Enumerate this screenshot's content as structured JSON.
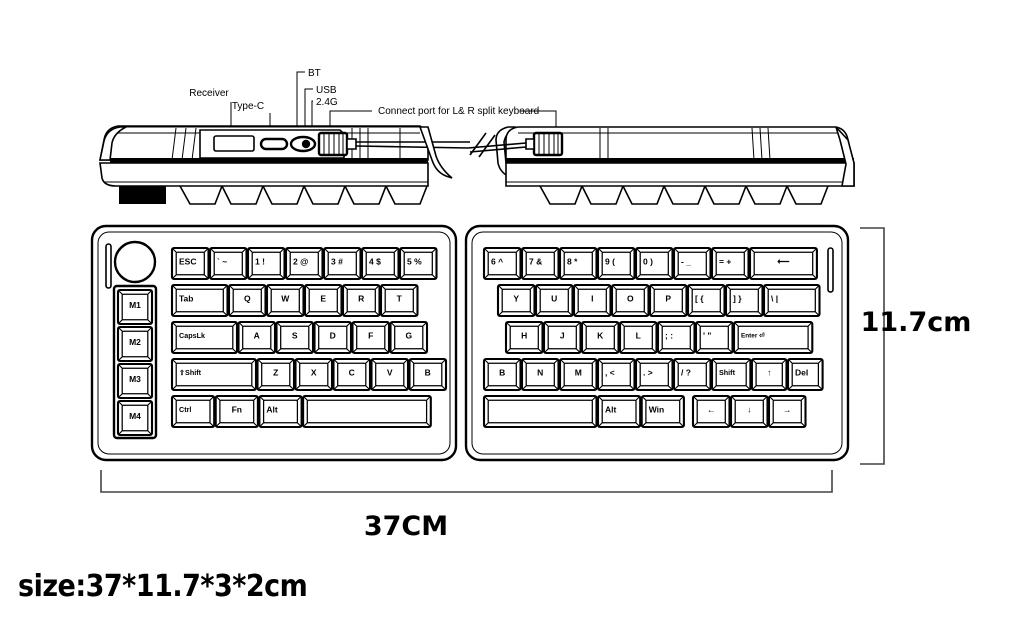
{
  "document": {
    "type": "product-dimension-diagram",
    "subject": "split mechanical keyboard"
  },
  "callouts": [
    {
      "id": "receiver",
      "label": "Receiver"
    },
    {
      "id": "type-c",
      "label": "Type-C"
    },
    {
      "id": "bt",
      "label": "BT"
    },
    {
      "id": "usb",
      "label": "USB"
    },
    {
      "id": "24g",
      "label": "2.4G"
    },
    {
      "id": "connect-port",
      "label": "Connect port for L& R split keyboard"
    }
  ],
  "dimensions": {
    "width_label": "37CM",
    "height_label": "11.7cm",
    "size_label": "size:37*11.7*3*2cm"
  },
  "left_half": {
    "macro_keys": [
      "M1",
      "M2",
      "M3",
      "M4"
    ],
    "rows": [
      {
        "id": "row-number",
        "keys": [
          "ESC",
          "` ~",
          "1 !",
          "2 @",
          "3 #",
          "4 $",
          "5 %"
        ]
      },
      {
        "id": "row-tab",
        "keys": [
          "Tab",
          "Q",
          "W",
          "E",
          "R",
          "T"
        ]
      },
      {
        "id": "row-caps",
        "keys": [
          "CapsLk",
          "A",
          "S",
          "D",
          "F",
          "G"
        ]
      },
      {
        "id": "row-shift",
        "keys": [
          "⇧Shift",
          "Z",
          "X",
          "C",
          "V",
          "B"
        ]
      },
      {
        "id": "row-bottom",
        "keys": [
          "Ctrl",
          "Fn",
          "Alt",
          ""
        ]
      }
    ]
  },
  "right_half": {
    "rows": [
      {
        "id": "row-number",
        "keys": [
          "6 ^",
          "7 &",
          "8 *",
          "9 (",
          "0 )",
          "- _",
          "= +",
          "⟵"
        ]
      },
      {
        "id": "row-tab",
        "keys": [
          "Y",
          "U",
          "I",
          "O",
          "P",
          "[ {",
          "] }",
          "\\ |"
        ]
      },
      {
        "id": "row-caps",
        "keys": [
          "H",
          "J",
          "K",
          "L",
          "; :",
          "' \"",
          "Enter ⏎"
        ]
      },
      {
        "id": "row-shift",
        "keys": [
          "B",
          "N",
          "M",
          ", <",
          ". >",
          "/ ?",
          "Shift",
          "↑",
          "Del"
        ]
      },
      {
        "id": "row-bottom",
        "keys": [
          "",
          "Alt",
          "Win",
          "←",
          "↓",
          "→"
        ]
      }
    ]
  },
  "colors": {
    "line": "#000000",
    "dimension_line": "#444444",
    "background": "#ffffff",
    "foot": "#000000"
  }
}
